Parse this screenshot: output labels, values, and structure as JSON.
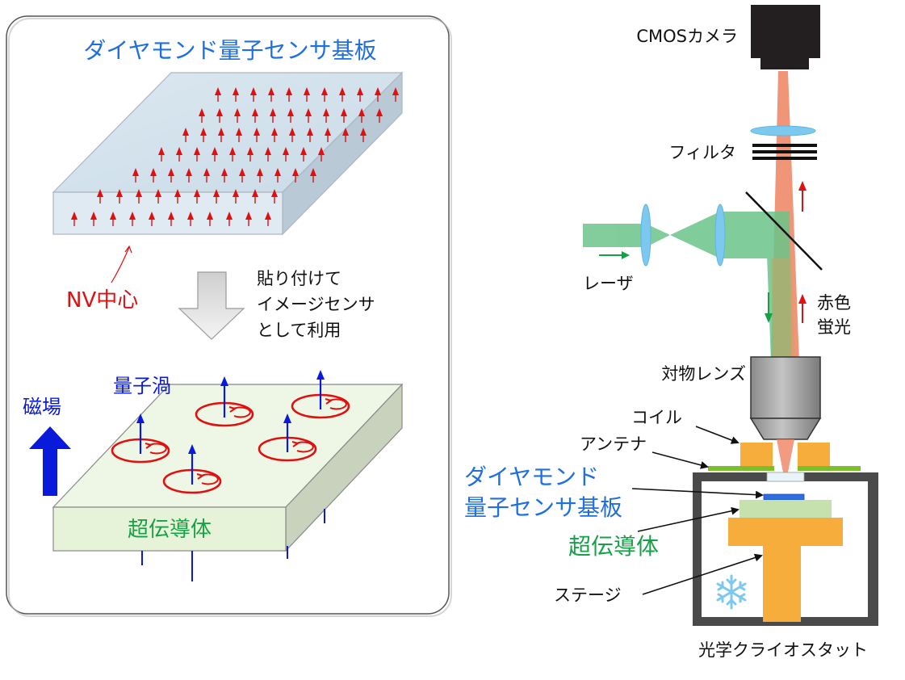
{
  "left_panel": {
    "title": "ダイヤモンド量子センサ基板",
    "nv_label": "NV中心",
    "process_lines": [
      "貼り付けて",
      "イメージセンサ",
      "として利用"
    ],
    "vortex_label": "量子渦",
    "field_label": "磁場",
    "superconductor_label": "超伝導体"
  },
  "right_panel": {
    "camera_label": "CMOSカメラ",
    "filter_label": "フィルタ",
    "laser_label": "レーザ",
    "fluorescence_lines": [
      "赤色",
      "蛍光"
    ],
    "objective_label": "対物レンズ",
    "coil_label": "コイル",
    "antenna_label": "アンテナ",
    "sensor_lines": [
      "ダイヤモンド",
      "量子センサ基板"
    ],
    "superconductor_label": "超伝導体",
    "stage_label": "ステージ",
    "cryostat_label": "光学クライオスタット"
  },
  "colors": {
    "title_blue": "#1f6fe0",
    "nv_red": "#e01010",
    "field_blue": "#0a1adb",
    "superconductor_green": "#18a048",
    "laser_green": "#6cc48a",
    "fluorescence_orange": "#f08a6a",
    "stage_orange": "#f6ad3c"
  },
  "icons": [
    "snowflake-icon",
    "down-arrow-icon",
    "up-arrow-icon"
  ]
}
